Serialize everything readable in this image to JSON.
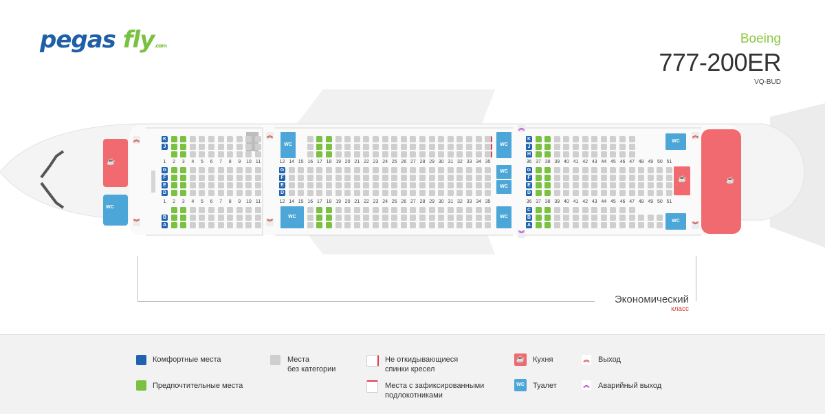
{
  "brand": {
    "logo_main": "pegas",
    "logo_fly": "fly",
    "logo_com": ".com"
  },
  "aircraft": {
    "maker": "Boeing",
    "model": "777-200ER",
    "registration": "VQ-BUD"
  },
  "cabin": {
    "class_name": "Экономический",
    "class_suffix": "класс"
  },
  "seat_rows": {
    "section1": [
      "1",
      "2",
      "3",
      "4",
      "5",
      "6",
      "7",
      "8",
      "9",
      "10",
      "11"
    ],
    "section2": [
      "12",
      "14",
      "15",
      "16",
      "17",
      "18",
      "19",
      "20",
      "21",
      "22",
      "23",
      "24",
      "25",
      "26",
      "27",
      "28",
      "29",
      "30",
      "31",
      "32",
      "33",
      "34",
      "35"
    ],
    "section3": [
      "36",
      "37",
      "38",
      "39",
      "40",
      "41",
      "42",
      "43",
      "44",
      "45",
      "46",
      "47",
      "48",
      "49",
      "50",
      "51"
    ]
  },
  "seat_letters": {
    "left": [
      "K",
      "J",
      "H"
    ],
    "center": [
      "G",
      "F",
      "E",
      "D"
    ],
    "right": [
      "C",
      "B",
      "A"
    ]
  },
  "icons": {
    "wc": "WC",
    "galley": "cup-icon",
    "exit": "exit-icon",
    "emergency_exit": "emergency-exit-icon"
  },
  "colors": {
    "comfort": "#1f63b0",
    "preferred": "#7ac142",
    "standard": "#cfcfcf",
    "wc": "#4ca6d8",
    "galley": "#f06a6f",
    "fixed": "#e23b4b"
  },
  "legend": {
    "comfort": "Комфортные места",
    "preferred": "Предпочтительные места",
    "standard_line1": "Места",
    "standard_line2": "без категории",
    "no_recline_line1": "Не откидывающиеся",
    "no_recline_line2": "спинки кресел",
    "fixed_arm_line1": "Места с зафиксированными",
    "fixed_arm_line2": "подлокотниками",
    "galley": "Кухня",
    "toilet": "Туалет",
    "exit": "Выход",
    "emergency_exit": "Аварийный выход"
  }
}
